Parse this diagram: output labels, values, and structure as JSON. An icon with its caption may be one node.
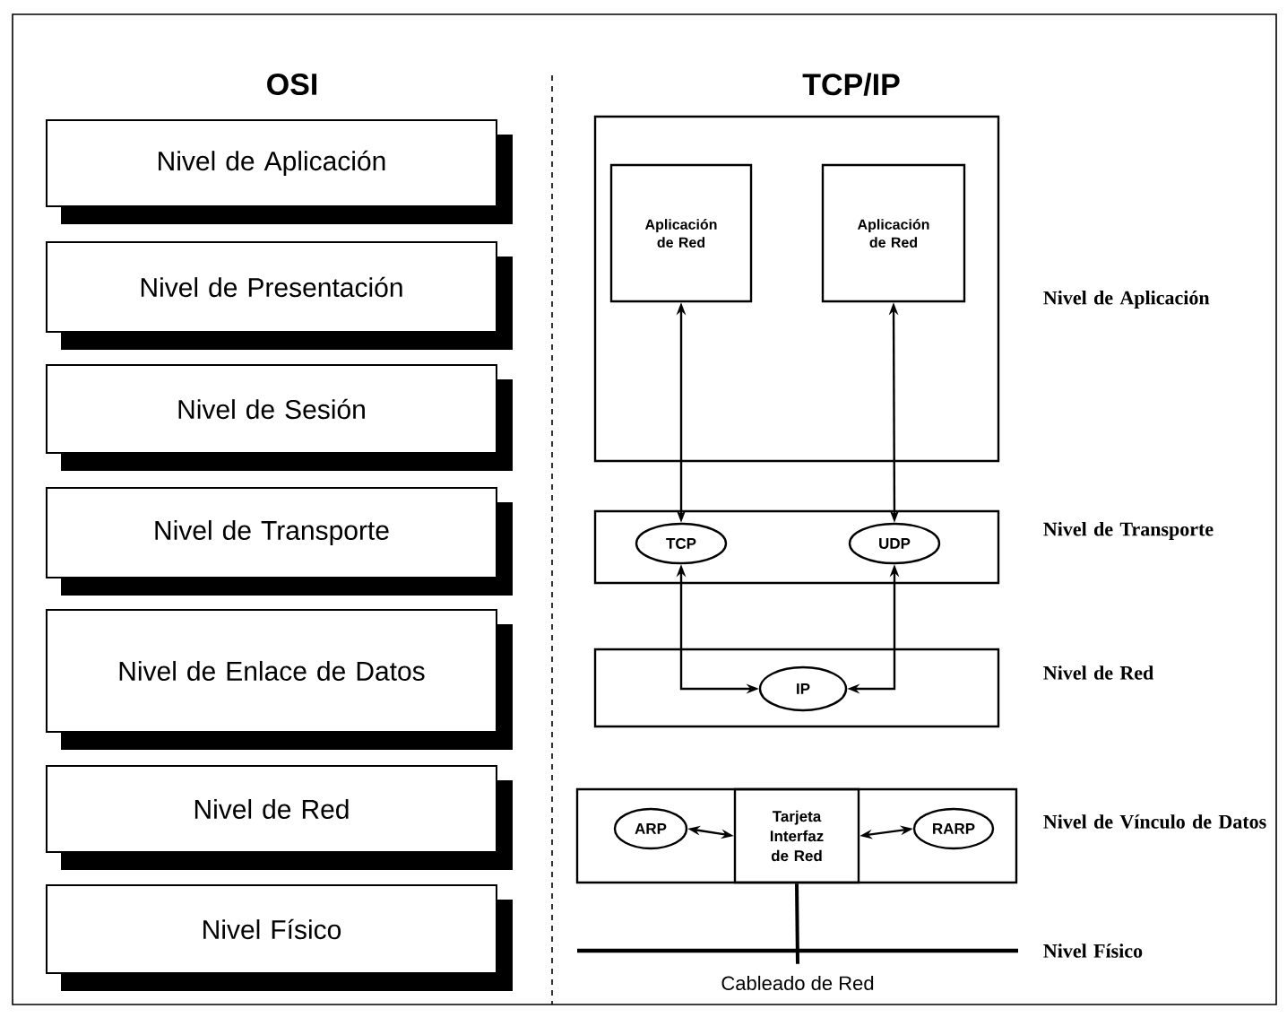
{
  "diagram": {
    "nodes": [
      {
        "text": [
          "Nivel de Aplicación"
        ]
      },
      {
        "text": [
          "Nivel de Presentación"
        ]
      },
      {
        "text": [
          "Nivel de Sesión"
        ]
      },
      {
        "text": [
          "Nivel de Transporte"
        ]
      },
      {
        "text": [
          "Nivel de Enlace de Datos"
        ]
      },
      {
        "text": [
          "Nivel de Red"
        ]
      },
      {
        "text": [
          "Nivel Físico"
        ]
      },
      {
        "text": [],
        "shape": "box",
        "beside": [
          "Nivel de Aplicación"
        ]
      },
      {
        "text": [
          "Aplicación de Red"
        ],
        "in": 7
      },
      {
        "text": [
          "Aplicación de Red"
        ],
        "in": 7
      },
      {
        "text": [],
        "shape": "box",
        "beside": [
          "Nivel de Transporte"
        ]
      },
      {
        "text": [
          "TCP"
        ],
        "in": 10
      },
      {
        "text": [
          "UDP"
        ],
        "in": 10
      },
      {
        "text": [],
        "shape": "box",
        "beside": [
          "Nivel de Red"
        ]
      },
      {
        "text": [
          "IP"
        ],
        "in": 13
      },
      {
        "text": [],
        "shape": "box",
        "beside": [
          "Nivel de Vínculo de Datos"
        ]
      },
      {
        "text": [
          "ARP"
        ],
        "in": 15
      },
      {
        "text": [
          "Tarjeta Interfaz de Red"
        ],
        "in": 15
      },
      {
        "text": [
          "RARP"
        ],
        "in": 15
      },
      {
        "text": [
          "Cableado de Red"
        ],
        "beside": [
          "Nivel Físico"
        ]
      }
    ],
    "edges": [
      {
        "from": 8,
        "to": 11,
        "arrow": "both"
      },
      {
        "from": 9,
        "to": 12,
        "arrow": "both"
      },
      {
        "from": 11,
        "to": 14,
        "arrow": "both"
      },
      {
        "from": 12,
        "to": 14,
        "arrow": "both"
      },
      {
        "from": 16,
        "to": 17,
        "arrow": "both"
      },
      {
        "from": 17,
        "to": 18,
        "arrow": "both"
      },
      {
        "from": 17,
        "to": 19,
        "arrow": "none"
      }
    ],
    "labels": [
      "OSI",
      "TCP/IP"
    ]
  }
}
